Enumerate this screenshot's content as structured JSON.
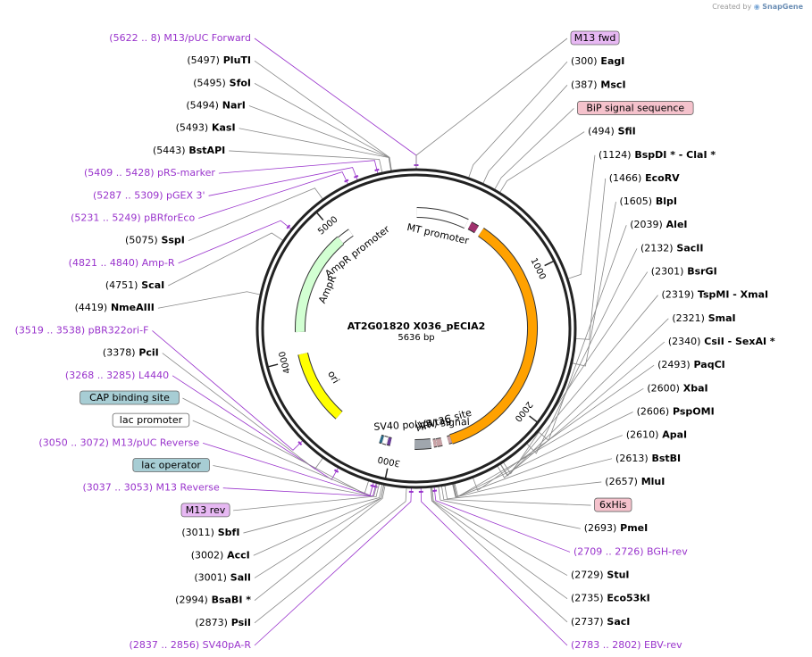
{
  "credit": {
    "prefix": "Created by",
    "brand": "SnapGene"
  },
  "plasmid": {
    "name": "AT2G01820 X036_pECIA2",
    "size_label": "5636 bp",
    "length_bp": 5636
  },
  "ticks": [
    {
      "bp": 1000,
      "label": "1000"
    },
    {
      "bp": 2000,
      "label": "2000"
    },
    {
      "bp": 3000,
      "label": "3000"
    },
    {
      "bp": 4000,
      "label": "4000"
    },
    {
      "bp": 5000,
      "label": "5000"
    }
  ],
  "inner_features": [
    {
      "name": "MT promoter",
      "label": "MT promoter",
      "start": 4,
      "end": 400,
      "color": "#ffffff"
    },
    {
      "name": "BiP signal sequence",
      "label": "",
      "start": 430,
      "end": 490,
      "color": "#a0326e"
    },
    {
      "name": "CDS",
      "label": "",
      "start": 530,
      "end": 2545,
      "color": "#ffa100"
    },
    {
      "name": "HRV 3C site",
      "label": "HRV 3C site",
      "start": 2546,
      "end": 2570,
      "color": "#c9a2a6"
    },
    {
      "name": "V5 tag",
      "label": "V5 tag",
      "start": 2620,
      "end": 2660,
      "color": "#c9a2a6"
    },
    {
      "name": "6xHis",
      "label": "",
      "start": 2664,
      "end": 2685,
      "color": "#c9a2a6"
    },
    {
      "name": "SV40 poly(A) signal",
      "label": "SV40 poly(A) signal",
      "start": 2705,
      "end": 2830,
      "color": "#a0a6ad"
    },
    {
      "name": "lac operator",
      "label": "",
      "start": 3016,
      "end": 3040,
      "color": "#6a3d9a"
    },
    {
      "name": "lac promoter",
      "label": "",
      "start": 3045,
      "end": 3075,
      "color": "#ffffff"
    },
    {
      "name": "CAP binding site",
      "label": "",
      "start": 3080,
      "end": 3100,
      "color": "#2b6c8a"
    },
    {
      "name": "ori",
      "label": "ori",
      "start": 3470,
      "end": 4030,
      "color": "#ffff00"
    },
    {
      "name": "AmpR",
      "label": "AmpR",
      "start": 4200,
      "end": 5000,
      "color": "#d2ffd2"
    },
    {
      "name": "AmpR promoter",
      "label": "AmpR promoter",
      "start": 5000,
      "end": 5100,
      "color": "#ffffff"
    }
  ],
  "labels_left": [
    {
      "kind": "primer",
      "pos": "(5622 .. 8)",
      "name": "M13/pUC Forward",
      "bp": 5636
    },
    {
      "kind": "enzyme",
      "pos": "(5497)",
      "name": "PluTI",
      "bp": 5497
    },
    {
      "kind": "enzyme",
      "pos": "(5495)",
      "name": "SfoI",
      "bp": 5495
    },
    {
      "kind": "enzyme",
      "pos": "(5494)",
      "name": "NarI",
      "bp": 5494
    },
    {
      "kind": "enzyme",
      "pos": "(5493)",
      "name": "KasI",
      "bp": 5493
    },
    {
      "kind": "enzyme",
      "pos": "(5443)",
      "name": "BstAPI",
      "bp": 5443
    },
    {
      "kind": "primer",
      "pos": "(5409 .. 5428)",
      "name": "pRS-marker",
      "bp": 5418
    },
    {
      "kind": "primer",
      "pos": "(5287 .. 5309)",
      "name": "pGEX 3'",
      "bp": 5298
    },
    {
      "kind": "primer",
      "pos": "(5231 .. 5249)",
      "name": "pBRforEco",
      "bp": 5240
    },
    {
      "kind": "enzyme",
      "pos": "(5075)",
      "name": "SspI",
      "bp": 5075
    },
    {
      "kind": "primer",
      "pos": "(4821 .. 4840)",
      "name": "Amp-R",
      "bp": 4830
    },
    {
      "kind": "enzyme",
      "pos": "(4751)",
      "name": "ScaI",
      "bp": 4751
    },
    {
      "kind": "enzyme",
      "pos": "(4419)",
      "name": "NmeAIII",
      "bp": 4419
    },
    {
      "kind": "primer",
      "pos": "(3519 .. 3538)",
      "name": "pBR322ori-F",
      "bp": 3528
    },
    {
      "kind": "enzyme",
      "pos": "(3378)",
      "name": "PciI",
      "bp": 3378
    },
    {
      "kind": "primer",
      "pos": "(3268 .. 3285)",
      "name": "L4440",
      "bp": 3276
    },
    {
      "kind": "feature",
      "pos": "",
      "name": "CAP binding site",
      "bp": 3090,
      "color": "#a7cdd4"
    },
    {
      "kind": "feature",
      "pos": "",
      "name": "lac promoter",
      "bp": 3060,
      "color": "#ffffff"
    },
    {
      "kind": "primer",
      "pos": "(3050 .. 3072)",
      "name": "M13/pUC Reverse",
      "bp": 3061
    },
    {
      "kind": "feature",
      "pos": "",
      "name": "lac operator",
      "bp": 3028,
      "color": "#a7cdd4"
    },
    {
      "kind": "primer",
      "pos": "(3037 .. 3053)",
      "name": "M13 Reverse",
      "bp": 3045
    },
    {
      "kind": "feature",
      "pos": "",
      "name": "M13 rev",
      "bp": 3040,
      "color": "#e7b8f3"
    },
    {
      "kind": "enzyme",
      "pos": "(3011)",
      "name": "SbfI",
      "bp": 3011
    },
    {
      "kind": "enzyme",
      "pos": "(3002)",
      "name": "AccI",
      "bp": 3002
    },
    {
      "kind": "enzyme",
      "pos": "(3001)",
      "name": "SalI",
      "bp": 3001
    },
    {
      "kind": "enzyme",
      "pos": "(2994)",
      "name": "BsaBI *",
      "bp": 2994
    },
    {
      "kind": "enzyme",
      "pos": "(2873)",
      "name": "PsiI",
      "bp": 2873
    },
    {
      "kind": "primer",
      "pos": "(2837 .. 2856)",
      "name": "SV40pA-R",
      "bp": 2846
    }
  ],
  "labels_right": [
    {
      "kind": "feature",
      "pos": "",
      "name": "M13 fwd",
      "bp": 5636,
      "color": "#e7b8f3"
    },
    {
      "kind": "enzyme",
      "pos": "(300)",
      "name": "EagI",
      "bp": 300
    },
    {
      "kind": "enzyme",
      "pos": "(387)",
      "name": "MscI",
      "bp": 387
    },
    {
      "kind": "feature",
      "pos": "",
      "name": "BiP signal sequence",
      "bp": 460,
      "color": "#f5c2cc"
    },
    {
      "kind": "enzyme",
      "pos": "(494)",
      "name": "SfiI",
      "bp": 494
    },
    {
      "kind": "enzyme",
      "pos": "(1124)",
      "name": "BspDI * - ClaI *",
      "bp": 1124
    },
    {
      "kind": "enzyme",
      "pos": "(1466)",
      "name": "EcoRV",
      "bp": 1466
    },
    {
      "kind": "enzyme",
      "pos": "(1605)",
      "name": "BlpI",
      "bp": 1605
    },
    {
      "kind": "enzyme",
      "pos": "(2039)",
      "name": "AleI",
      "bp": 2039
    },
    {
      "kind": "enzyme",
      "pos": "(2132)",
      "name": "SacII",
      "bp": 2132
    },
    {
      "kind": "enzyme",
      "pos": "(2301)",
      "name": "BsrGI",
      "bp": 2301
    },
    {
      "kind": "enzyme",
      "pos": "(2319)",
      "name": "TspMI - XmaI",
      "bp": 2319
    },
    {
      "kind": "enzyme",
      "pos": "(2321)",
      "name": "SmaI",
      "bp": 2321
    },
    {
      "kind": "enzyme",
      "pos": "(2340)",
      "name": "CsiI - SexAI *",
      "bp": 2340
    },
    {
      "kind": "enzyme",
      "pos": "(2493)",
      "name": "PaqCI",
      "bp": 2493
    },
    {
      "kind": "enzyme",
      "pos": "(2600)",
      "name": "XbaI",
      "bp": 2600
    },
    {
      "kind": "enzyme",
      "pos": "(2606)",
      "name": "PspOMI",
      "bp": 2606
    },
    {
      "kind": "enzyme",
      "pos": "(2610)",
      "name": "ApaI",
      "bp": 2610
    },
    {
      "kind": "enzyme",
      "pos": "(2613)",
      "name": "BstBI",
      "bp": 2613
    },
    {
      "kind": "enzyme",
      "pos": "(2657)",
      "name": "MluI",
      "bp": 2657
    },
    {
      "kind": "feature",
      "pos": "",
      "name": "6xHis",
      "bp": 2675,
      "color": "#f5c2cc"
    },
    {
      "kind": "enzyme",
      "pos": "(2693)",
      "name": "PmeI",
      "bp": 2693
    },
    {
      "kind": "primer",
      "pos": "(2709 .. 2726)",
      "name": "BGH-rev",
      "bp": 2717
    },
    {
      "kind": "enzyme",
      "pos": "(2729)",
      "name": "StuI",
      "bp": 2729
    },
    {
      "kind": "enzyme",
      "pos": "(2735)",
      "name": "Eco53kI",
      "bp": 2735
    },
    {
      "kind": "enzyme",
      "pos": "(2737)",
      "name": "SacI",
      "bp": 2737
    },
    {
      "kind": "primer",
      "pos": "(2783 .. 2802)",
      "name": "EBV-rev",
      "bp": 2792
    }
  ]
}
